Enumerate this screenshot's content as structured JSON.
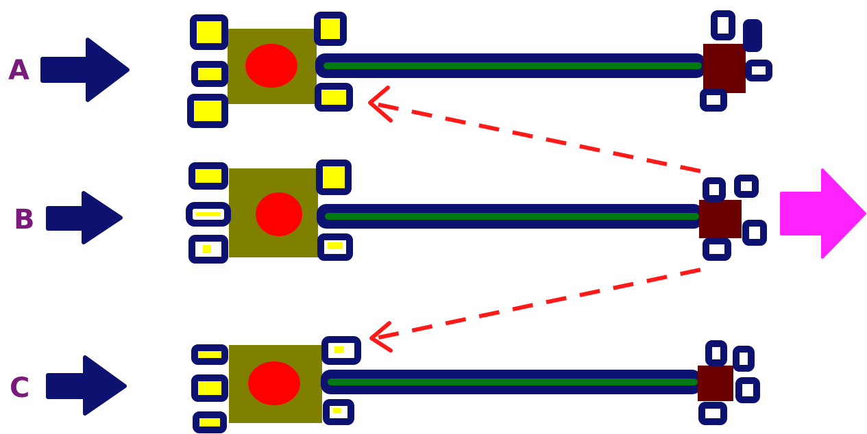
{
  "rows": [
    {
      "label": "A"
    },
    {
      "label": "B"
    },
    {
      "label": "C"
    }
  ],
  "colors": {
    "arrow": "#0d1270",
    "pad_border": "#0d1270",
    "pad_fill": "#ffff00",
    "pad_hollow": "#ffffff",
    "body": "#7f7f00",
    "core": "#ff0000",
    "rod": "#0d1270",
    "rod_inner": "#007a10",
    "end_block": "#6b0000",
    "dashed_arrow": "#ff1a1a",
    "output_arrow": "#ff22ff"
  }
}
